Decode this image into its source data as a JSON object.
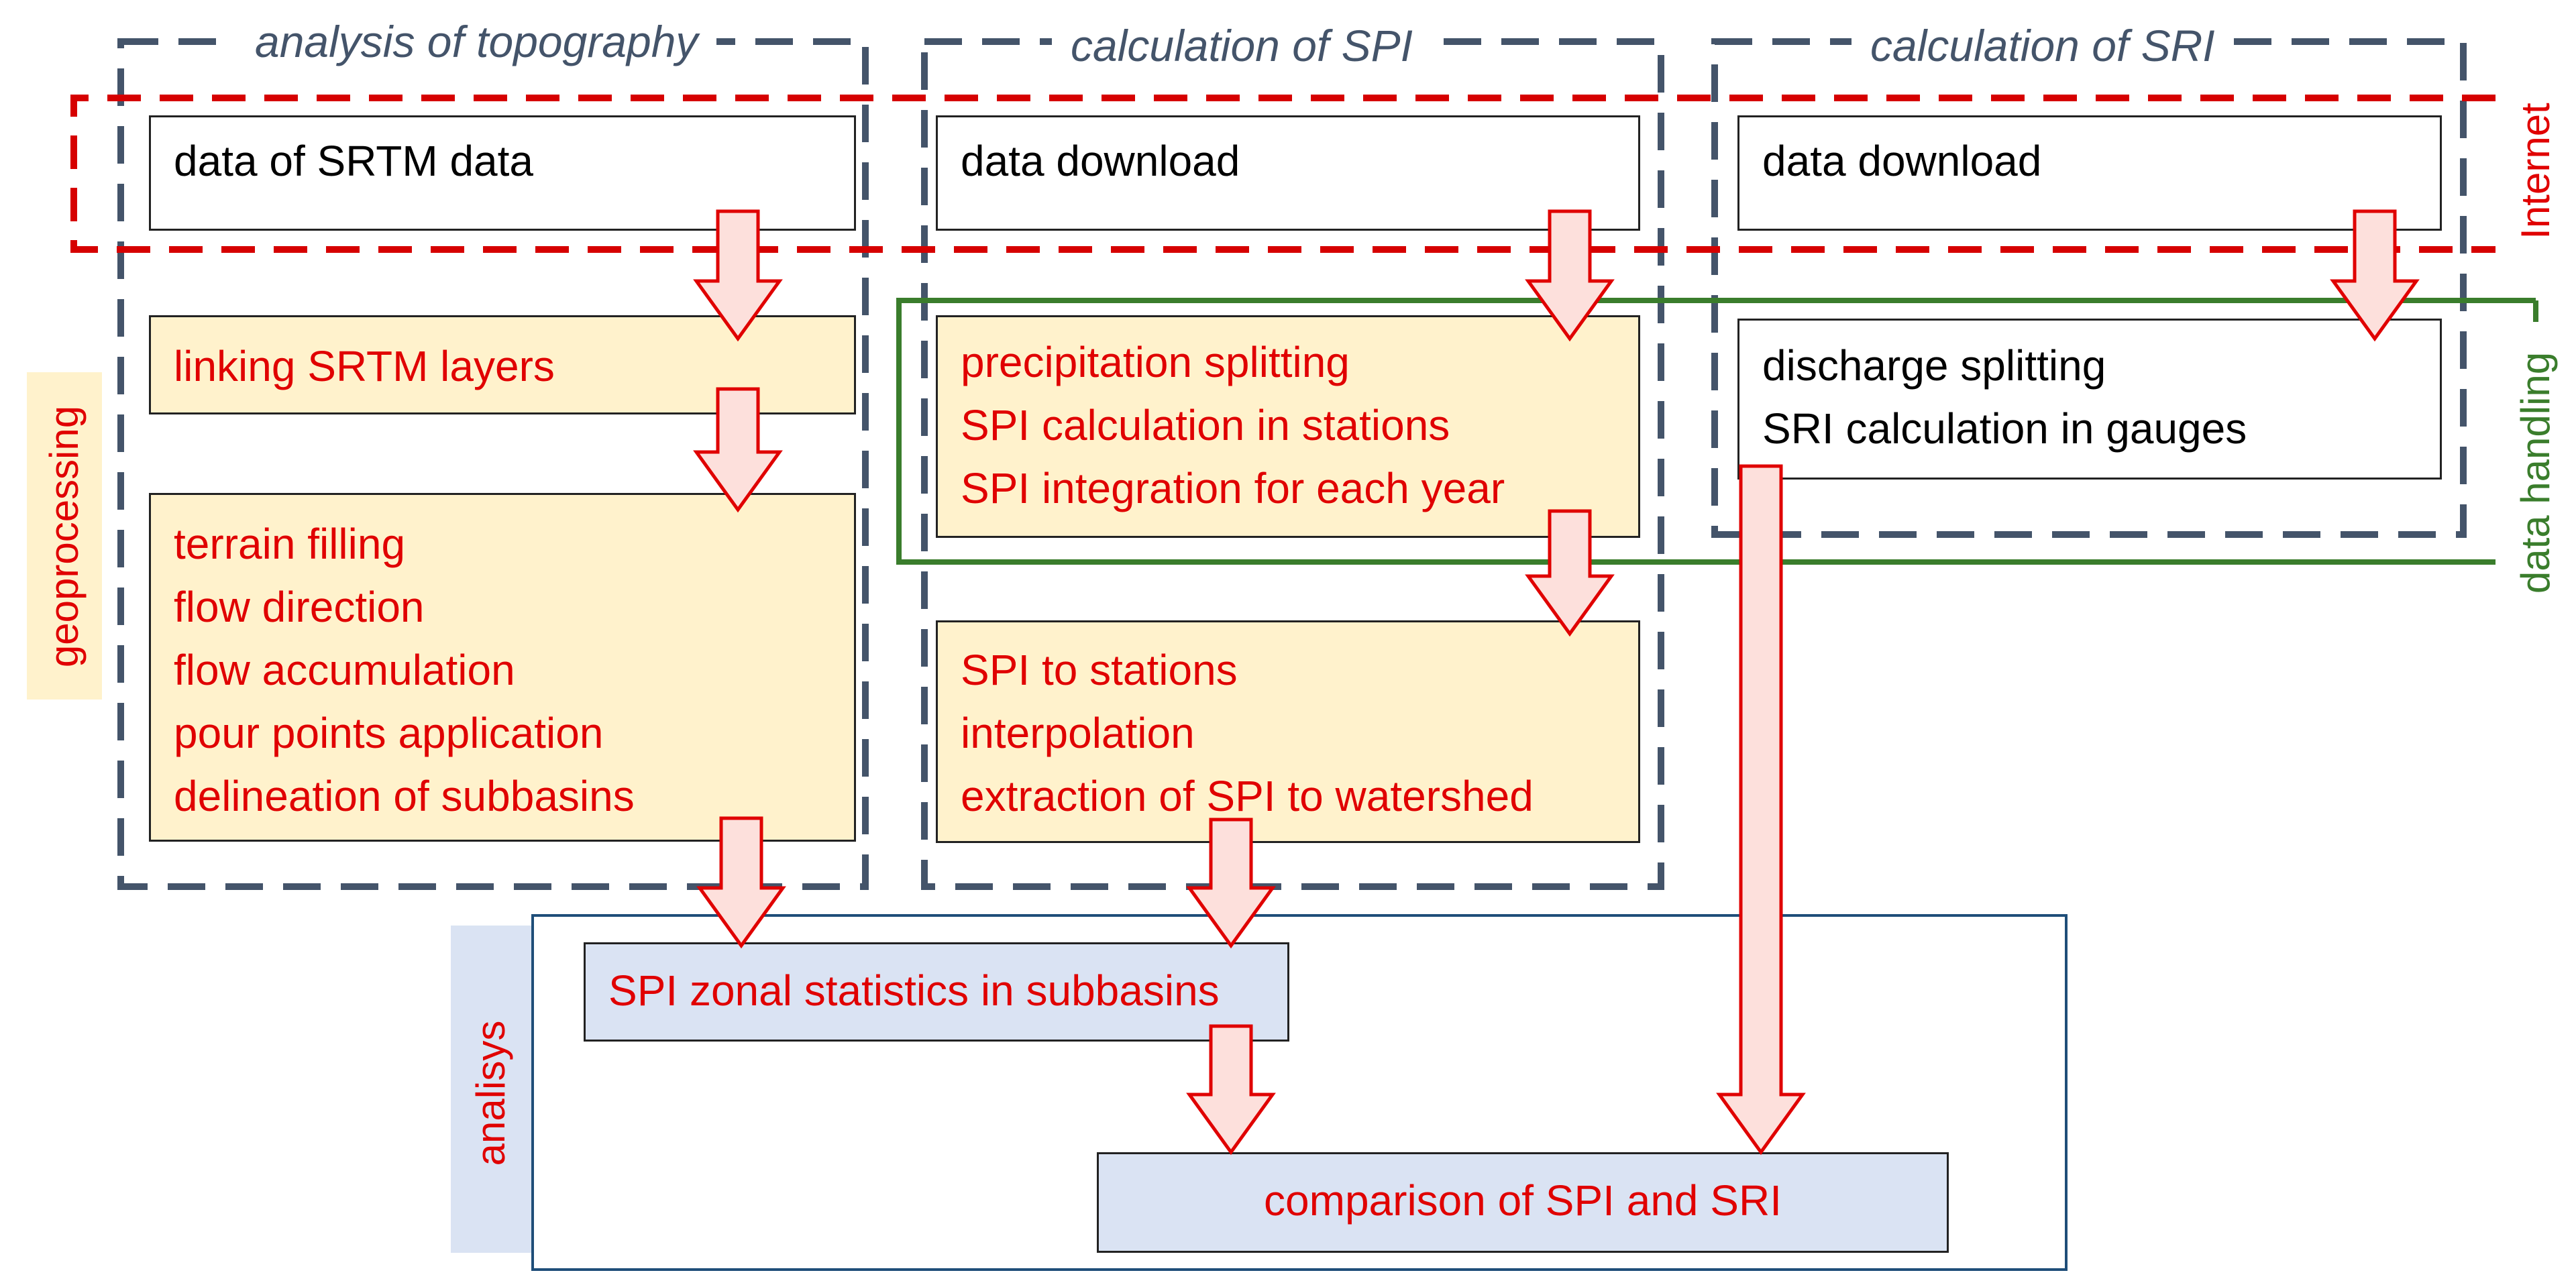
{
  "groups": {
    "topography": "analysis of topography",
    "spi": "calculation of SPI",
    "sri": "calculation of SRI"
  },
  "side_labels": {
    "internet": "Internet",
    "data_handling": "data handling",
    "geoprocessing": "geoprocessing",
    "analysis": "analisys"
  },
  "boxes": {
    "srtm_data": [
      "data of SRTM data"
    ],
    "spi_download": [
      "data download"
    ],
    "sri_download": [
      "data download"
    ],
    "linking": [
      "linking SRTM layers"
    ],
    "terrain": [
      "terrain filling",
      "flow direction",
      "flow accumulation",
      "pour points application",
      "delineation of subbasins"
    ],
    "precipitation": [
      "precipitation splitting",
      "SPI calculation in stations",
      "SPI integration for each year"
    ],
    "discharge": [
      "discharge splitting",
      "SRI calculation in gauges"
    ],
    "spi_stations": [
      "SPI to stations",
      "interpolation",
      "extraction of SPI to watershed"
    ],
    "zonal": [
      "SPI zonal statistics in subbasins"
    ],
    "comparison": [
      "comparison of SPI and SRI"
    ]
  },
  "colors": {
    "red_text": "#e00000",
    "black_text": "#000000",
    "slate": "#44546a",
    "geoprocessing_fill": "#fff2cc",
    "analysis_fill": "#dae3f3",
    "internet_dash": "#d60000",
    "data_handling_line": "#3a7d2c",
    "analysis_frame": "#1f4e79",
    "arrow_fill": "#fde0dc",
    "arrow_stroke": "#e00000"
  }
}
